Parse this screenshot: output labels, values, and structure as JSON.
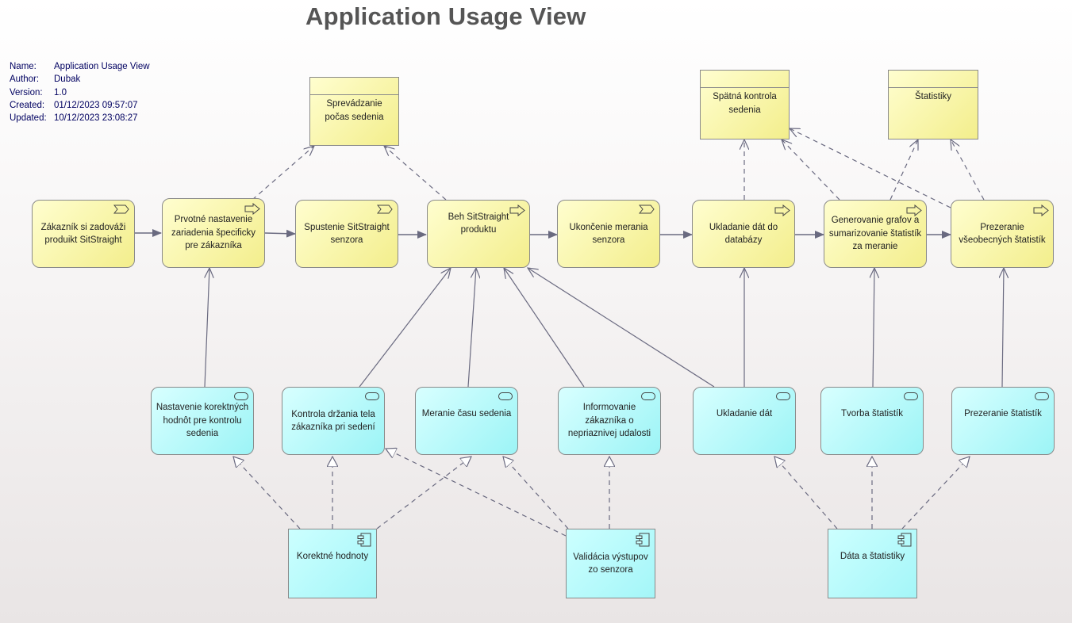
{
  "title": "Application Usage View",
  "meta": [
    {
      "key": "Name:",
      "value": "Application Usage View"
    },
    {
      "key": "Author:",
      "value": "Dubak"
    },
    {
      "key": "Version:",
      "value": "1.0"
    },
    {
      "key": "Created:",
      "value": "01/12/2023 09:57:07"
    },
    {
      "key": "Updated:",
      "value": "10/12/2023 23:08:27"
    }
  ],
  "interfaces": {
    "sprevadzanie": "Sprevádzanie počas sedenia",
    "spatna": "Spätná kontrola sedenia",
    "statistiky": "Štatistiky"
  },
  "process": {
    "zakaznik": "Zákazník si zadováži produikt SitStraight",
    "prvotne": "Prvotné nastavenie zariadenia špecificky pre zákazníka",
    "spustenie": "Spustenie SitStraight senzora",
    "beh": "Beh SitStraight produktu",
    "ukoncenie": "Ukončenie merania senzora",
    "ukladanie_dat": "Ukladanie dát do databázy",
    "generovanie": "Generovanie grafov a sumarizovanie štatistík za meranie",
    "prezeranie_vseob": "Prezeranie všeobecných štatistík"
  },
  "services": {
    "nastavenie": "Nastavenie korektných hodnôt pre kontrolu sedenia",
    "kontrola": "Kontrola držania tela zákazníka pri sedení",
    "meranie": "Meranie času sedenia",
    "informovanie": "Informovanie zákazníka o nepriaznivej udalosti",
    "ukladanie": "Ukladanie dát",
    "tvorba": "Tvorba štatistík",
    "prezeranie": "Prezeranie štatistík"
  },
  "components": {
    "korektne": "Korektné hodnoty",
    "validacia": "Validácia výstupov zo senzora",
    "data_stat": "Dáta a štatistiky"
  },
  "colors": {
    "process_fill": "#f6f29a",
    "service_fill": "#b4f9fa",
    "line": "#6a6a80"
  }
}
